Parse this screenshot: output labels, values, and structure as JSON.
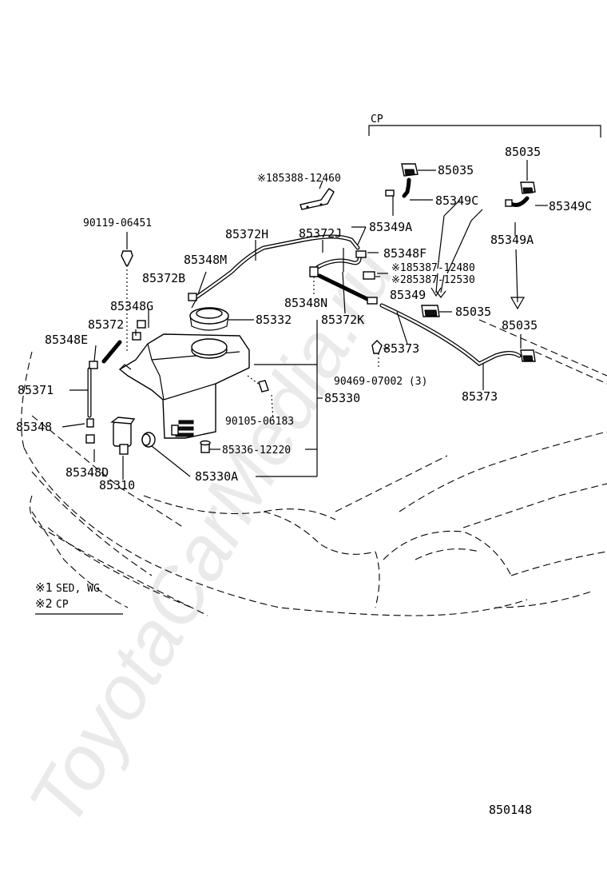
{
  "watermark": "ToyotaCarMedia.ru",
  "group_label": "CP",
  "diagram_id": "850148",
  "notes": [
    {
      "mark": "※1",
      "text": "SED, WG"
    },
    {
      "mark": "※2",
      "text": "CP"
    }
  ],
  "labels": {
    "p85035_a": "85035",
    "p85035_b": "85035",
    "p85035_c": "85035",
    "p85035_d": "85035",
    "p185388": "※185388-12460",
    "p85349c_a": "85349C",
    "p85349c_b": "85349C",
    "p90119": "90119-06451",
    "p85372h": "85372H",
    "p85372j": "85372J",
    "p85349a_a": "85349A",
    "p85349a_b": "85349A",
    "p85348m": "85348M",
    "p85348f": "85348F",
    "p185387": "※185387-12480",
    "p285387": "※285387-12530",
    "p85372b": "85372B",
    "p85349": "85349",
    "p85348n": "85348N",
    "p85348g": "85348G",
    "p85332": "85332",
    "p85372k": "85372K",
    "p85372": "85372",
    "p85373_a": "85373",
    "p85373_b": "85373",
    "p85348e": "85348E",
    "p90469": "90469-07002 (3)",
    "p85371": "85371",
    "p85330": "85330",
    "p90105": "90105-06183",
    "p85348": "85348",
    "p85336": "85336-12220",
    "p85348d": "85348D",
    "p85330a": "85330A",
    "p85310": "85310"
  },
  "icons": {
    "nozzle": "washer-nozzle-icon",
    "clip": "hose-clip-icon",
    "pump": "washer-pump-icon",
    "tank": "washer-tank-icon",
    "grommet": "grommet-icon",
    "bolt": "bolt-icon",
    "bracket": "bracket-icon",
    "check_valve": "check-valve-icon",
    "arrow": "arrow-down-icon"
  }
}
